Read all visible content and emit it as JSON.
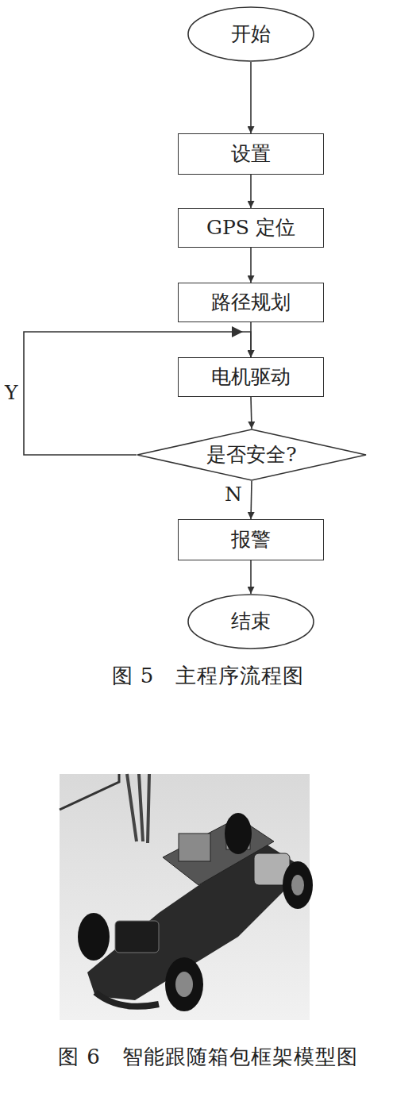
{
  "diagram": {
    "nodes": [
      {
        "text": [
          "开始"
        ]
      },
      {
        "text": [
          "设置"
        ]
      },
      {
        "text": [
          "GPS 定位"
        ]
      },
      {
        "text": [
          "路径规划"
        ]
      },
      {
        "text": [
          "电机驱动"
        ]
      },
      {
        "text": [
          "是否安全?"
        ]
      },
      {
        "text": [
          "报警"
        ]
      },
      {
        "text": [
          "结束"
        ]
      }
    ],
    "edges": [
      {
        "from": 0,
        "to": 1,
        "arrow": "to"
      },
      {
        "from": 1,
        "to": 2,
        "arrow": "to"
      },
      {
        "from": 2,
        "to": 3,
        "arrow": "to"
      },
      {
        "from": 3,
        "to": 4,
        "arrow": "to"
      },
      {
        "from": 4,
        "to": 5,
        "arrow": "to"
      },
      {
        "from": 5,
        "to": 4,
        "label": "Y",
        "arrow": "to"
      },
      {
        "from": 5,
        "to": 6,
        "label": "N",
        "arrow": "to"
      },
      {
        "from": 6,
        "to": 7,
        "arrow": "to"
      }
    ],
    "labels": [
      "图 5　主程序流程图",
      "图 6　智能跟随箱包框架模型图"
    ]
  }
}
